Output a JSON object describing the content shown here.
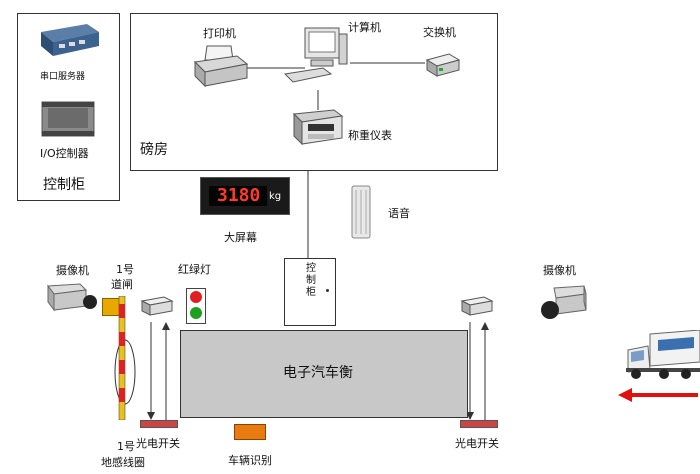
{
  "control_cabinet": {
    "title": "控制柜",
    "serial_server_label": "串口服务器",
    "io_controller_label": "I/O控制器"
  },
  "weigh_room": {
    "title": "磅房",
    "printer_label": "打印机",
    "computer_label": "计算机",
    "switch_label": "交换机",
    "indicator_label": "称重仪表"
  },
  "big_screen": {
    "label": "大屏幕",
    "display_value": "3180",
    "unit": "kg"
  },
  "speaker_label": "语音",
  "camera_left_label": "摄像机",
  "camera_right_label": "摄像机",
  "barrier_label_line1": "1号",
  "barrier_label_line2": "道闸",
  "traffic_light_label": "红绿灯",
  "field_cabinet_label": "控\n制\n柜",
  "scale_label": "电子汽车衡",
  "photo_switch_left_label": "光电开关",
  "photo_switch_right_label": "光电开关",
  "vehicle_id_label": "车辆识别",
  "loop_label_line1": "1号",
  "loop_label_line2": "地感线圈",
  "colors": {
    "scale_fill": "#c8c8c8",
    "barrier_red": "#d22",
    "barrier_yellow": "#e8c21a",
    "arrow_red": "#e01010",
    "vehicle_id_orange": "#e87a10"
  }
}
